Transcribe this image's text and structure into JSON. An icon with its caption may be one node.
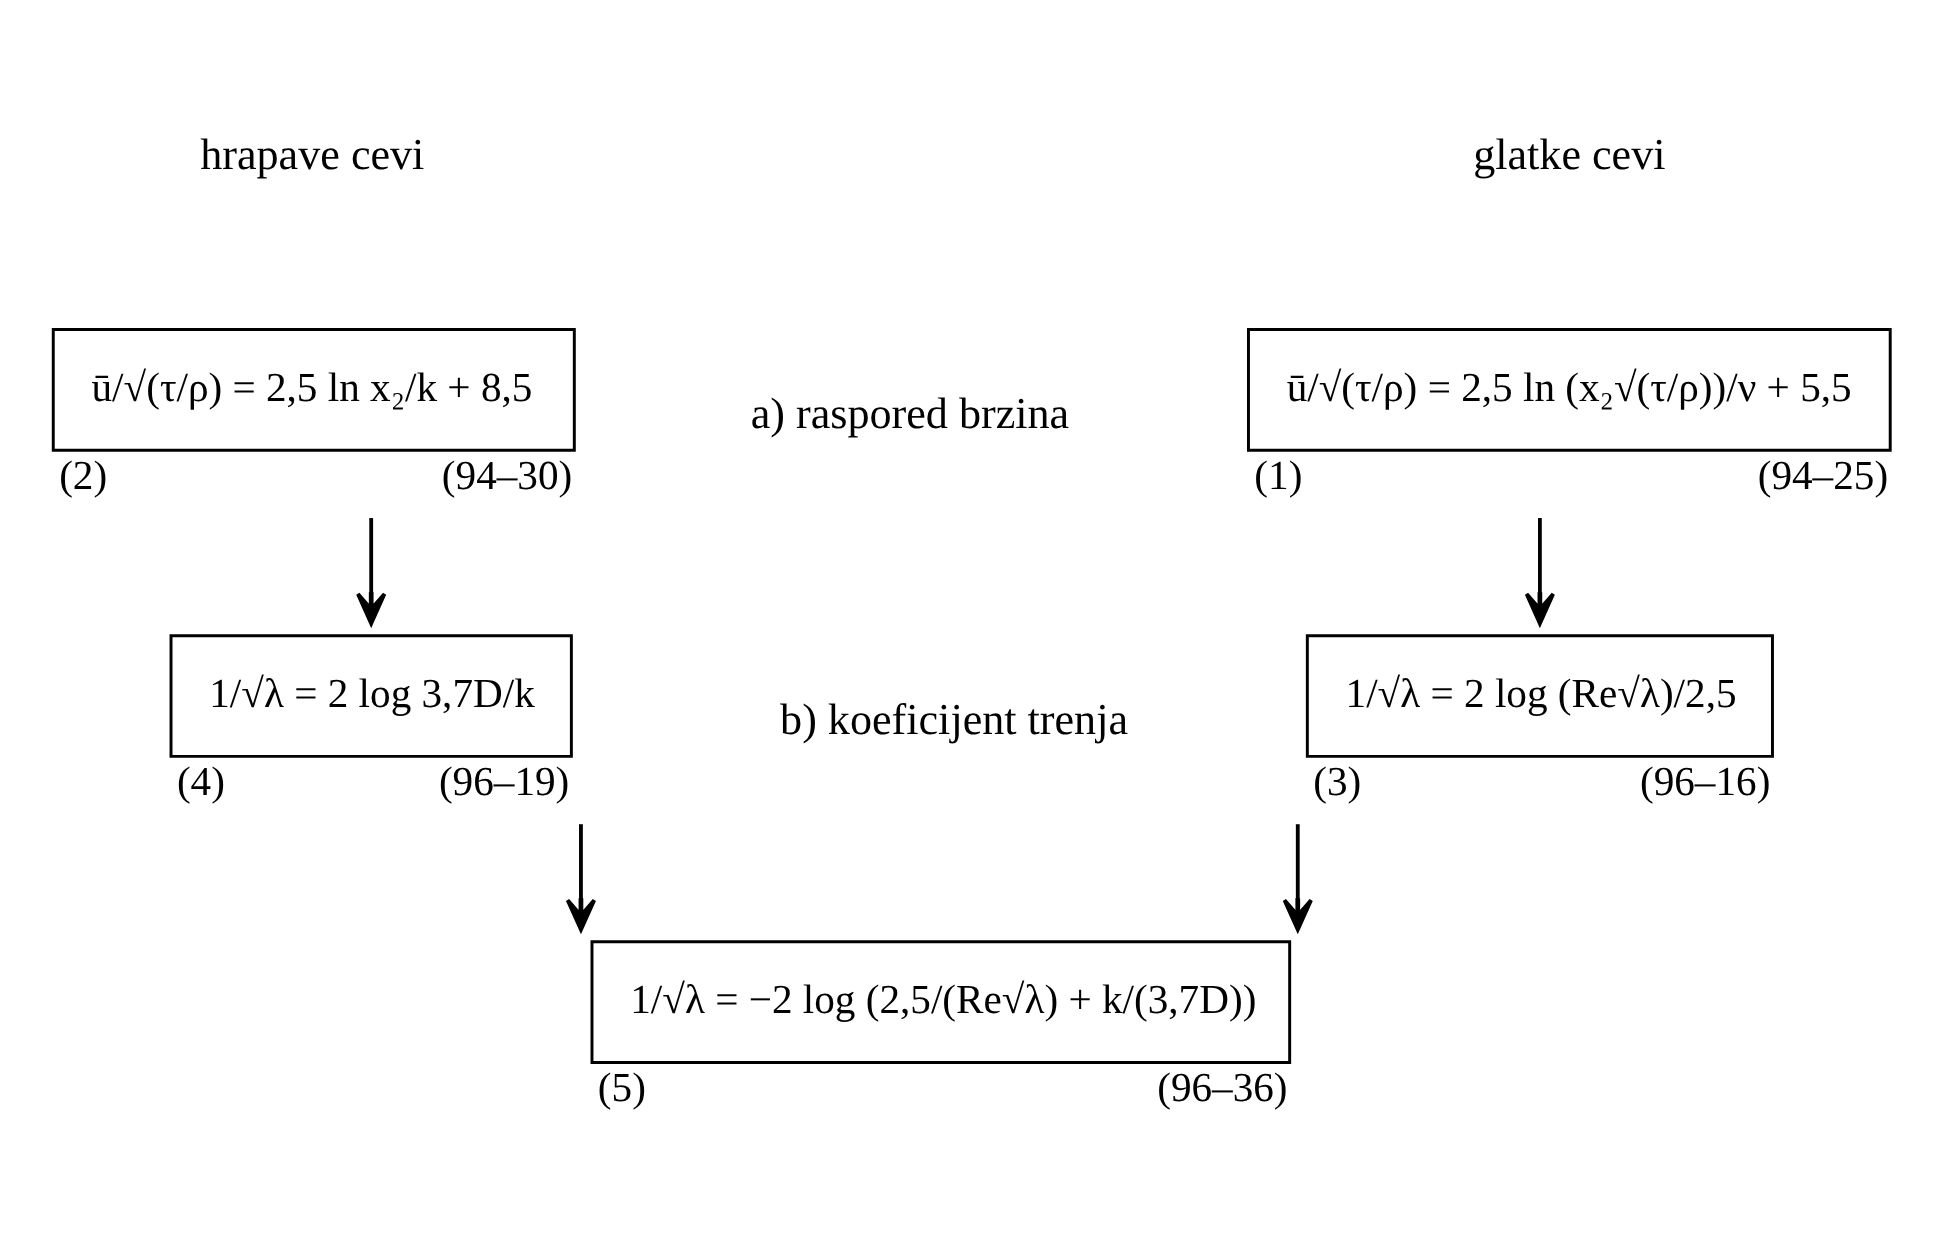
{
  "diagram": {
    "nodes": [
      {
        "text": [
          "ū/√(τ/ρ) = 2,5 ln (x₂√(τ/ρ))/ν + 5,5"
        ],
        "beside": [
          "(1)",
          "(94–25)"
        ]
      },
      {
        "text": [
          "ū/√(τ/ρ) = 2,5 ln x₂/k + 8,5"
        ],
        "beside": [
          "(2)",
          "(94–30)"
        ]
      },
      {
        "text": [
          "1/√λ = 2 log (Re√λ)/2,5"
        ],
        "beside": [
          "(3)",
          "(96–16)"
        ]
      },
      {
        "text": [
          "1/√λ = 2 log 3,7D/k"
        ],
        "beside": [
          "(4)",
          "(96–19)"
        ]
      },
      {
        "text": [
          "1/√λ = −2 log (2,5/(Re√λ) + k/(3,7D))"
        ],
        "beside": [
          "(5)",
          "(96–36)"
        ]
      }
    ],
    "edges": [
      {
        "from": 0,
        "to": 2,
        "arrow": "to"
      },
      {
        "from": 1,
        "to": 3,
        "arrow": "to"
      },
      {
        "from": 2,
        "to": 4,
        "arrow": "to"
      },
      {
        "from": 3,
        "to": 4,
        "arrow": "to"
      }
    ],
    "labels": [
      "glatke cevi",
      "hrapave cevi",
      "a) raspored brzina",
      "b) koeficijent trenja"
    ]
  }
}
